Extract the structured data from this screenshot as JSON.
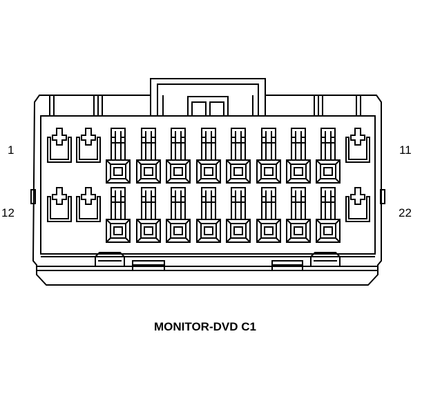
{
  "connector": {
    "name": "MONITOR-DVD C1",
    "pin_labels": {
      "top_left": "1",
      "top_right": "11",
      "bottom_left": "12",
      "bottom_right": "22"
    },
    "rows": [
      {
        "pins": [
          "latch",
          "latch",
          "square",
          "square",
          "square",
          "square",
          "square",
          "square",
          "square",
          "square",
          "latch"
        ]
      },
      {
        "pins": [
          "latch",
          "latch",
          "square",
          "square",
          "square",
          "square",
          "square",
          "square",
          "square",
          "square",
          "latch"
        ]
      }
    ]
  }
}
